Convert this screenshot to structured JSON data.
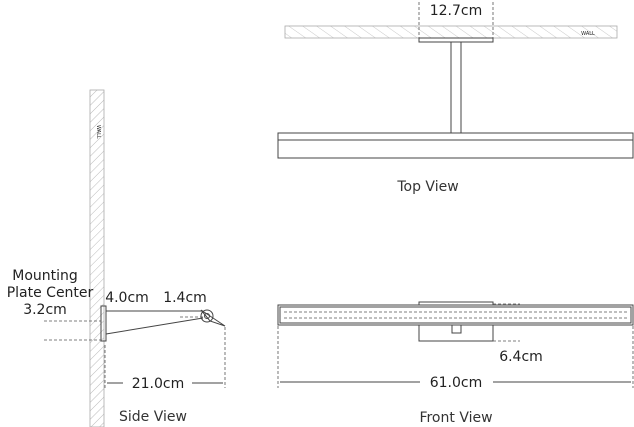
{
  "side_view": {
    "title": "Side View",
    "mounting_label_line1": "Mounting",
    "mounting_label_line2": "Plate Center",
    "mounting_value": "3.2cm",
    "arm_depth_1": "4.0cm",
    "arm_depth_2": "1.4cm",
    "projection": "21.0cm",
    "wall_label": "WALL"
  },
  "top_view": {
    "title": "Top View",
    "plate_width": "12.7cm",
    "wall_label": "WALL"
  },
  "front_view": {
    "title": "Front View",
    "plate_height": "6.4cm",
    "width": "61.0cm"
  }
}
